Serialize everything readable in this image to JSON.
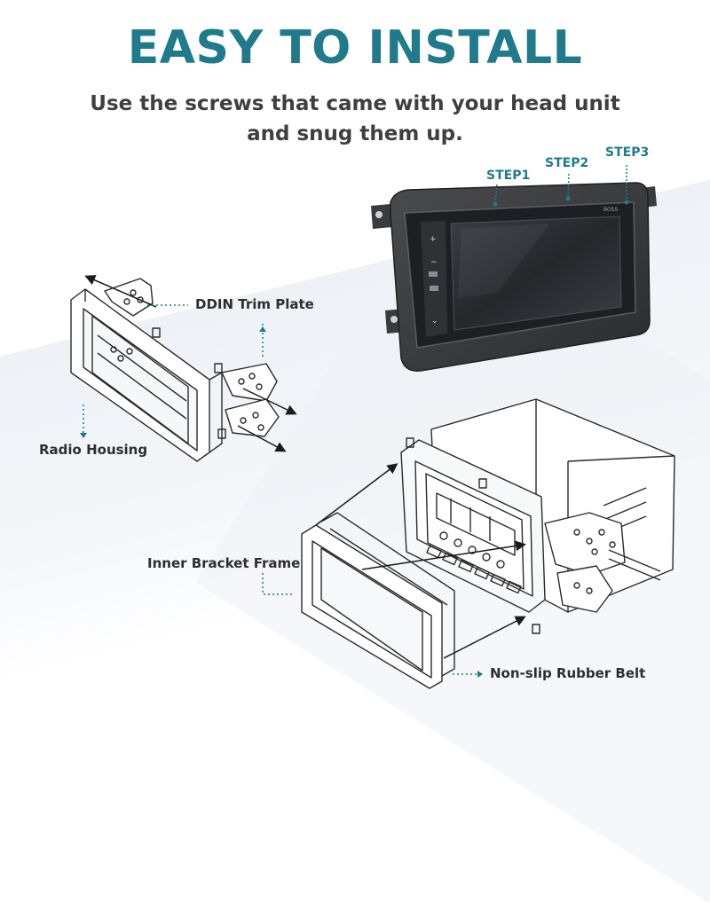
{
  "header": {
    "title": "EASY TO INSTALL",
    "subtitle": "Use the screws that came with your head unit and snug them up."
  },
  "head_unit": {
    "steps": [
      "STEP1",
      "STEP2",
      "STEP3"
    ],
    "brand_text": "BOSS"
  },
  "callouts": {
    "ddin_trim_plate": "DDIN Trim Plate",
    "radio_housing": "Radio Housing",
    "inner_bracket_frame": "Inner Bracket Frame",
    "non_slip_rubber_belt": "Non-slip Rubber Belt"
  },
  "colors": {
    "accent": "#1f7a8c",
    "text_dark": "#3f3f3f",
    "plate_dark": "#3a3a3c",
    "screen": "#2a2c30"
  }
}
